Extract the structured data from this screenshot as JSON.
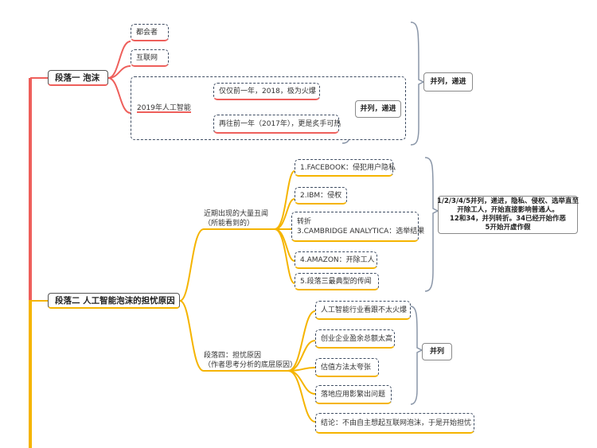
{
  "colors": {
    "red": "#ee5f5b",
    "orange": "#f5b400",
    "bracket": "#8a96a8",
    "border": "#3f4d63"
  },
  "section1": {
    "title": "段落一 泡沫",
    "items": [
      "都会者",
      "互联网"
    ],
    "ai_label": "2019年人工智能",
    "ai_items": [
      "仅仅前一年，2018，极为火爆",
      "再往前一年（2017年），更是炙手可热"
    ],
    "inner_summary": "并列，递进",
    "outer_summary": "并列，递进"
  },
  "section2": {
    "title": "段落二 人工智能泡沫的担忧原因",
    "group1": {
      "label_line1": "近期出现的大量丑闻",
      "label_line2": "（所能看到的）",
      "items": [
        {
          "line1": "1.FACEBOOK：侵犯用户隐私"
        },
        {
          "line1": "2.IBM：侵权"
        },
        {
          "line1": "转折",
          "line2": "3.CAMBRIDGE ANALYTICA：选举结果"
        },
        {
          "line1": "4.AMAZON：开除工人"
        },
        {
          "line1": "5.段落三最典型的传闻"
        }
      ],
      "summary": [
        "1/2/3/4/5并列，递进，隐私、侵权、选举直至",
        "开除工人，开始直接影响普通人。",
        "12和34，并列转折。34已经开始作恶",
        "5开始开虚作假"
      ]
    },
    "group2": {
      "label_line1": "段落四：担忧原因",
      "label_line2": "（作者思考分析的底层原因）",
      "items": [
        "人工智能行业看跟不太火爆",
        "创业企业盈余总额太高",
        "估值方法太夸张",
        "落地应用影繁出问题"
      ],
      "summary": "并列",
      "conclusion": "结论：不由自主想起互联网泡沫，于是开始担忧"
    }
  }
}
